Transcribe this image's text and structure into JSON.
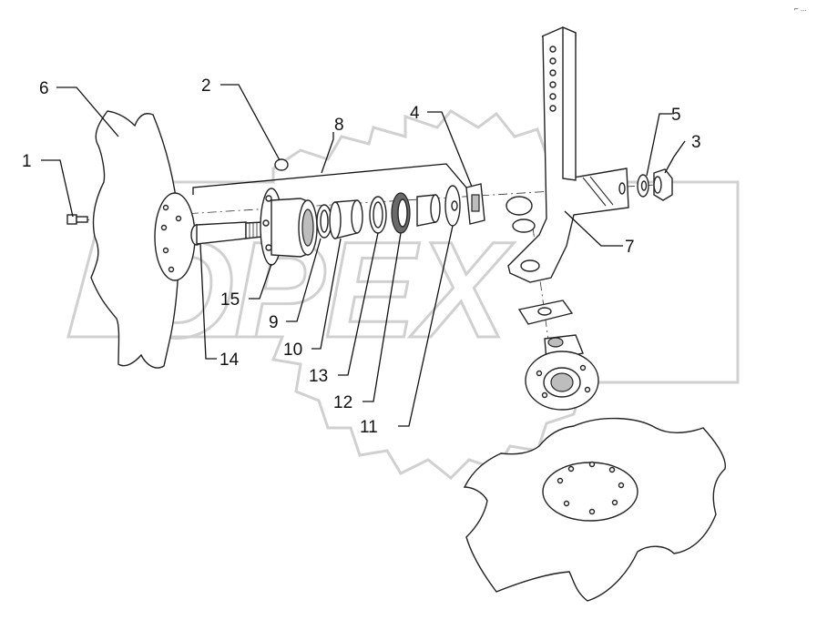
{
  "watermark": {
    "text": "OPEX"
  },
  "corner_mark": {
    "text": "⌐ ..."
  },
  "callouts": [
    {
      "id": "c1",
      "label": "1"
    },
    {
      "id": "c2",
      "label": "2"
    },
    {
      "id": "c3",
      "label": "3"
    },
    {
      "id": "c4",
      "label": "4"
    },
    {
      "id": "c5",
      "label": "5"
    },
    {
      "id": "c6",
      "label": "6"
    },
    {
      "id": "c7",
      "label": "7"
    },
    {
      "id": "c8",
      "label": "8"
    },
    {
      "id": "c9",
      "label": "9"
    },
    {
      "id": "c10",
      "label": "10"
    },
    {
      "id": "c11",
      "label": "11"
    },
    {
      "id": "c12",
      "label": "12"
    },
    {
      "id": "c13",
      "label": "13"
    },
    {
      "id": "c14",
      "label": "14"
    },
    {
      "id": "c15",
      "label": "15"
    }
  ],
  "colors": {
    "line": "#222222",
    "watermark": "#d0d0d0",
    "background": "#ffffff"
  }
}
